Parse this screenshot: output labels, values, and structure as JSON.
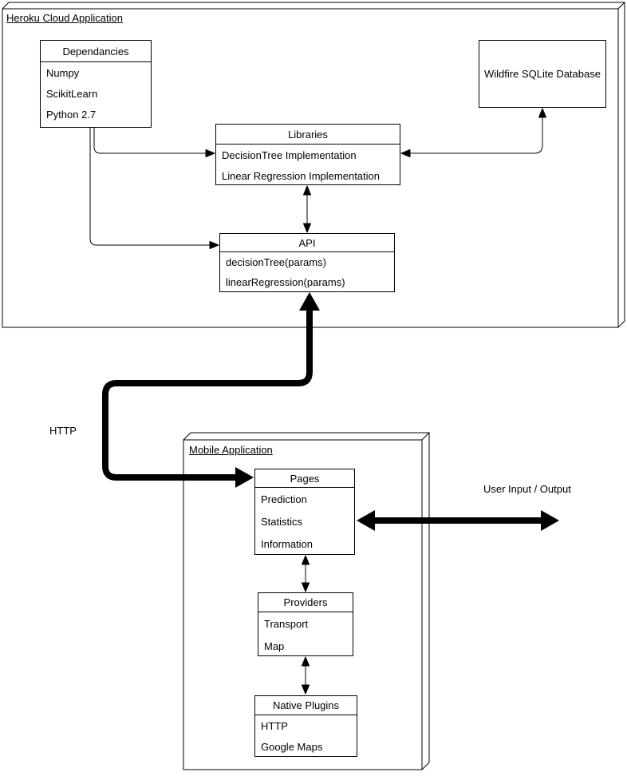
{
  "diagram": {
    "containers": {
      "heroku": {
        "title": "Heroku Cloud Application"
      },
      "mobile": {
        "title": "Mobile Application"
      }
    },
    "boxes": {
      "dependancies": {
        "title": "Dependancies",
        "rows": [
          "Numpy",
          "ScikitLearn",
          "Python 2.7"
        ]
      },
      "libraries": {
        "title": "Libraries",
        "rows": [
          "DecisionTree Implementation",
          "Linear Regression Implementation"
        ]
      },
      "api": {
        "title": "API",
        "rows": [
          "decisionTree(params)",
          "linearRegression(params)"
        ]
      },
      "wildfire_db": {
        "title": "Wildfire SQLite Database"
      },
      "pages": {
        "title": "Pages",
        "rows": [
          "Prediction",
          "Statistics",
          "Information"
        ]
      },
      "providers": {
        "title": "Providers",
        "rows": [
          "Transport",
          "Map"
        ]
      },
      "native_plugins": {
        "title": "Native Plugins",
        "rows": [
          "HTTP",
          "Google Maps"
        ]
      }
    },
    "labels": {
      "http": "HTTP",
      "user_io": "User Input / Output"
    },
    "colors": {
      "line": "#000000",
      "background": "#ffffff"
    }
  }
}
